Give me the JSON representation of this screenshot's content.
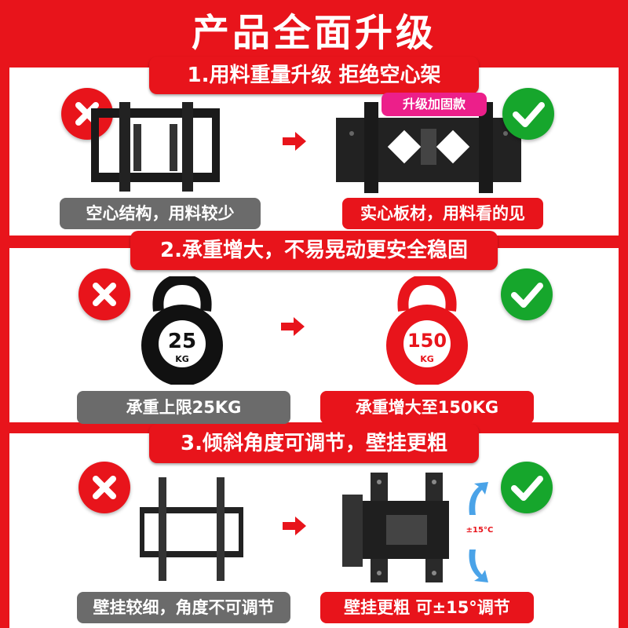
{
  "title": "产品全面升级",
  "sections": [
    {
      "heading": "1.用料重量升级 拒绝空心架",
      "left_label": "空心结构，用料较少",
      "right_label": "实心板材，用料看的见",
      "tag": "升级加固款"
    },
    {
      "heading": "2.承重增大，不易晃动更安全稳固",
      "left_label": "承重上限25KG",
      "right_label": "承重增大至150KG",
      "left_weight": "25",
      "right_weight": "150",
      "unit": "KG"
    },
    {
      "heading": "3.倾斜角度可调节，壁挂更粗",
      "left_label": "壁挂较细，角度不可调节",
      "right_label": "壁挂更粗 可±15°调节",
      "tilt": "±15°C"
    }
  ],
  "colors": {
    "brand_red": "#e8141b",
    "ok_green": "#16a62c",
    "grey": "#6b6b6b",
    "tag_pink": "#ec1f8a"
  }
}
